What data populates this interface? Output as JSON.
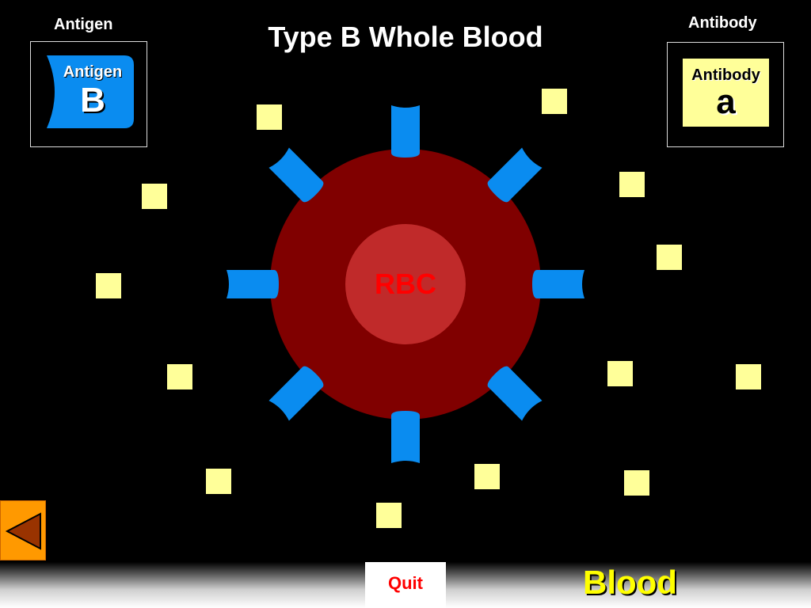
{
  "header": {
    "title": "Type B Whole Blood",
    "antigen_label": "Antigen",
    "antibody_label": "Antibody"
  },
  "legend": {
    "antigen": {
      "small": "Antigen",
      "big": "B",
      "color": "#0a8cf0"
    },
    "antibody": {
      "small": "Antibody",
      "big": "a",
      "color": "#ffff99"
    }
  },
  "cell": {
    "label": "RBC",
    "outer_color": "#800000",
    "inner_color": "#c02a2a",
    "label_color": "#ff0000"
  },
  "colors": {
    "antigen": "#0a8cf0",
    "antibody": "#ffff99",
    "back_button": "#ff9900",
    "blood_label": "#ffff00"
  },
  "footer": {
    "quit_label": "Quit",
    "blood_label": "Blood",
    "back_icon": "left-triangle-icon"
  }
}
